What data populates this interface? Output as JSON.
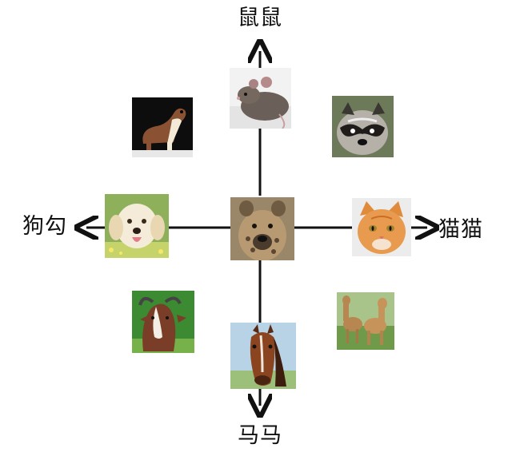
{
  "axis_labels": {
    "top": "鼠鼠",
    "bottom": "马马",
    "left": "狗勾",
    "right": "猫猫"
  },
  "tiles": [
    {
      "id": "rat",
      "icon": "rat-photo"
    },
    {
      "id": "stoat",
      "icon": "stoat-photo"
    },
    {
      "id": "raccoon",
      "icon": "raccoon-photo"
    },
    {
      "id": "dog",
      "icon": "golden-retriever-photo"
    },
    {
      "id": "hyena",
      "icon": "hyena-photo"
    },
    {
      "id": "cat",
      "icon": "orange-cat-photo"
    },
    {
      "id": "goat",
      "icon": "goat-photo"
    },
    {
      "id": "alpaca",
      "icon": "alpaca-photo"
    },
    {
      "id": "horse",
      "icon": "horse-photo"
    }
  ],
  "colors": {
    "axis": "#111111",
    "background": "#ffffff"
  }
}
